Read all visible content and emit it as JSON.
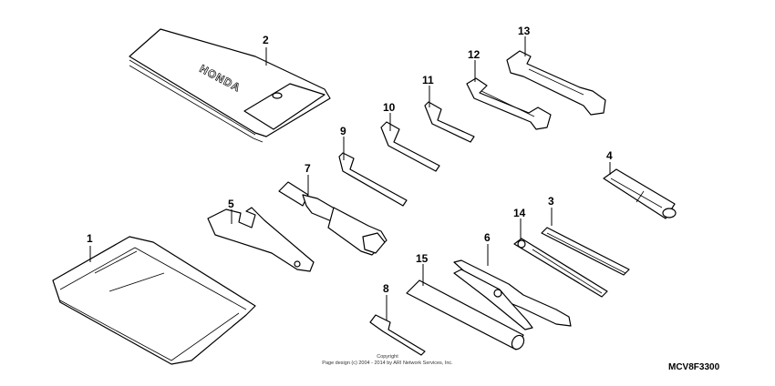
{
  "diagram": {
    "parts": [
      {
        "number": "1",
        "icon": "tool-bag-icon"
      },
      {
        "number": "2",
        "icon": "tool-pouch-icon"
      },
      {
        "number": "3",
        "icon": "screwdriver-bit-icon"
      },
      {
        "number": "4",
        "icon": "screwdriver-handle-icon"
      },
      {
        "number": "5",
        "icon": "pin-spanner-icon"
      },
      {
        "number": "6",
        "icon": "pliers-icon"
      },
      {
        "number": "7",
        "icon": "box-wrench-icon"
      },
      {
        "number": "8",
        "icon": "hex-key-icon"
      },
      {
        "number": "9",
        "icon": "hex-key-icon"
      },
      {
        "number": "10",
        "icon": "hex-key-icon"
      },
      {
        "number": "11",
        "icon": "hex-key-icon"
      },
      {
        "number": "12",
        "icon": "open-end-wrench-icon"
      },
      {
        "number": "13",
        "icon": "open-end-wrench-icon"
      },
      {
        "number": "14",
        "icon": "screwdriver-bit-icon"
      },
      {
        "number": "15",
        "icon": "grip-sleeve-icon"
      }
    ],
    "pouch_brand": "HONDA",
    "copyright_line1": "Copyright",
    "copyright_line2": "Page design (c) 2004 - 2014 by ARI Network Services, Inc.",
    "diagram_code": "MCV8F3300"
  }
}
